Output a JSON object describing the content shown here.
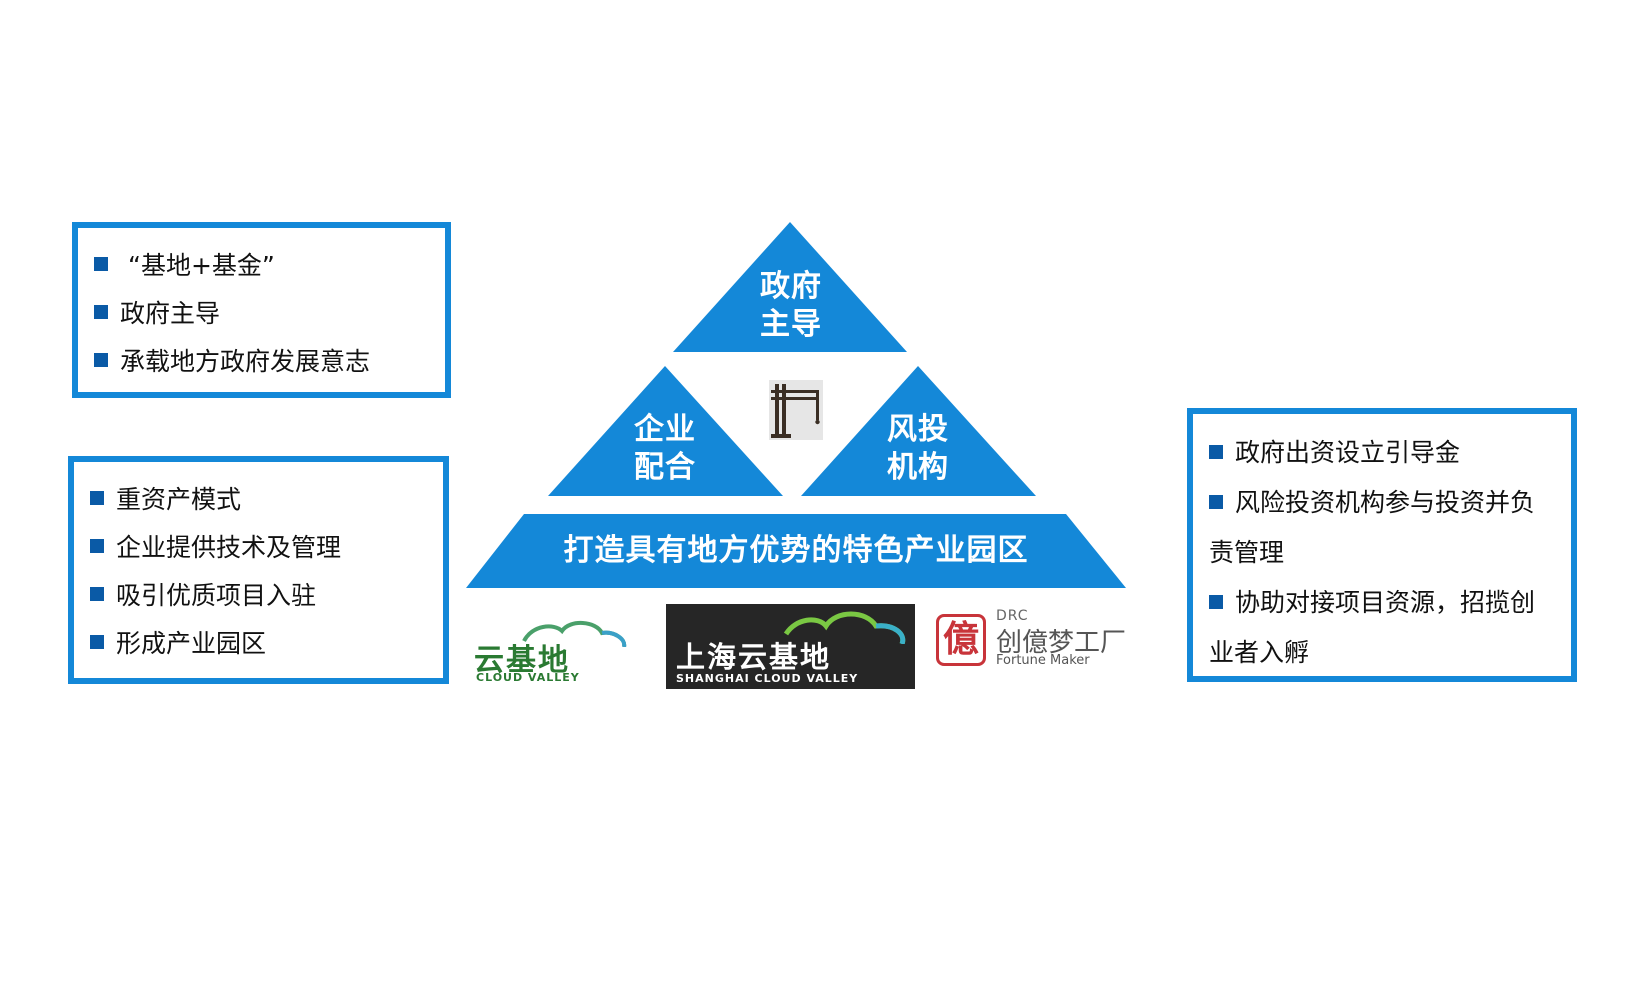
{
  "left_top_box": {
    "items": [
      "“基地+基金”",
      "政府主导",
      "承载地方政府发展意志"
    ]
  },
  "left_bottom_box": {
    "items": [
      "重资产模式",
      "企业提供技术及管理",
      "吸引优质项目入驻",
      "形成产业园区"
    ]
  },
  "right_box": {
    "items": [
      "政府出资设立引导金",
      "风险投资机构参与投资并负责管理",
      "协助对接项目资源，招揽创业者入孵"
    ]
  },
  "pyramid": {
    "top": {
      "line1": "政府",
      "line2": "主导"
    },
    "left": {
      "line1": "企业",
      "line2": "配合"
    },
    "right": {
      "line1": "风投",
      "line2": "机构"
    },
    "base": "打造具有地方优势的特色产业园区",
    "center_icon": "crane-icon"
  },
  "logos": {
    "cloud_valley": {
      "cn": "云基地",
      "en": "CLOUD VALLEY"
    },
    "shanghai_cloud_valley": {
      "cn": "上海云基地",
      "en": "SHANGHAI CLOUD VALLEY"
    },
    "drc": {
      "seal": "億",
      "abbr": "DRC",
      "cn": "创億梦工厂",
      "en": "Fortune Maker"
    }
  },
  "colors": {
    "accent_blue": "#1488d8",
    "bullet_blue": "#0a5aa6",
    "cloud_green": "#2a7a32",
    "drc_red": "#c8343a"
  }
}
